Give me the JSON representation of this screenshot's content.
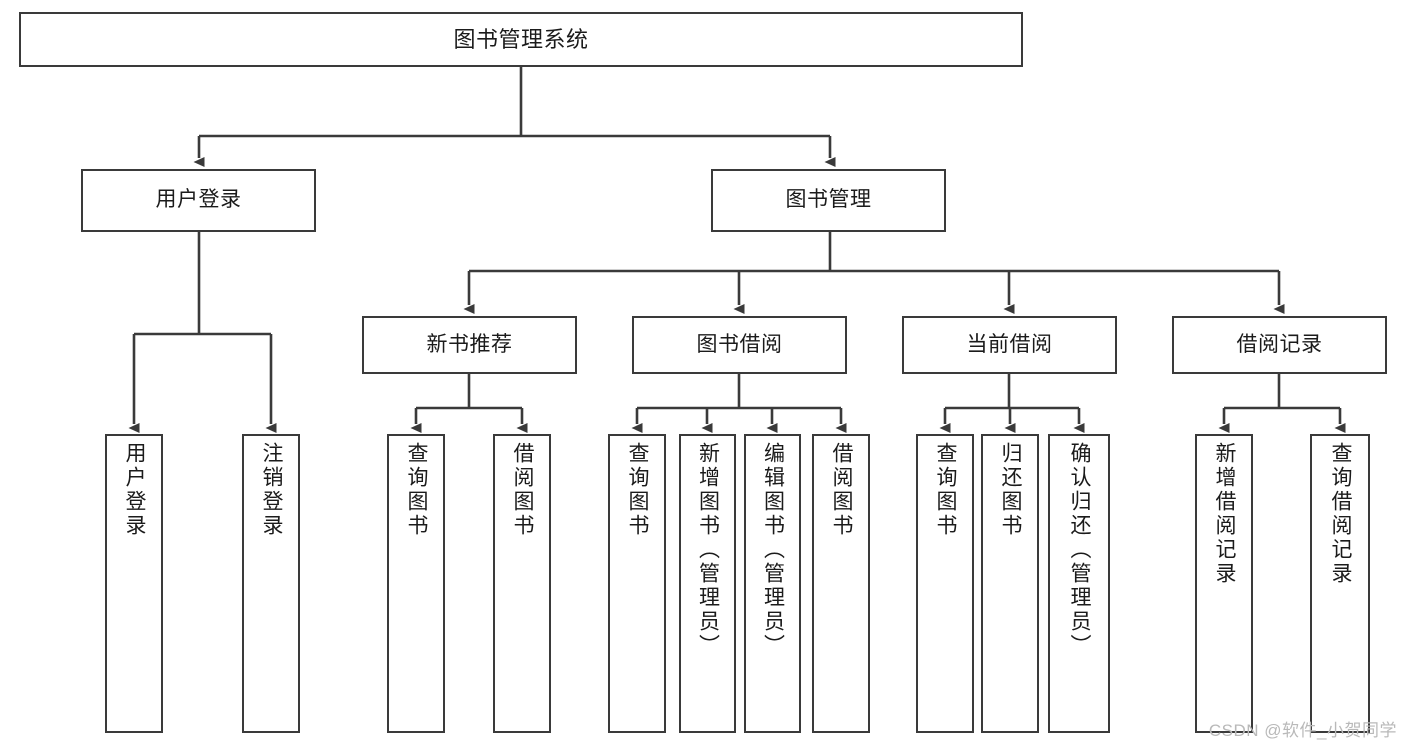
{
  "diagram": {
    "title": "图书管理系统",
    "type": "tree",
    "watermark": "CSDN @软件_小贺同学",
    "colors": {
      "stroke": "#3a3a3a",
      "fill": "#ffffff",
      "text": "#1b1b1b",
      "watermark": "#b9b9b9"
    },
    "nodes": {
      "root": {
        "label": "图书管理系统"
      },
      "tier2": [
        {
          "id": "user-login",
          "label": "用户登录"
        },
        {
          "id": "book-manage",
          "label": "图书管理"
        }
      ],
      "tier3": [
        {
          "id": "new-book-recommend",
          "label": "新书推荐"
        },
        {
          "id": "book-borrow",
          "label": "图书借阅"
        },
        {
          "id": "current-borrow",
          "label": "当前借阅"
        },
        {
          "id": "borrow-record",
          "label": "借阅记录"
        }
      ],
      "leaves": {
        "user-login": [
          {
            "id": "leaf-user-login",
            "label": "用户登录"
          },
          {
            "id": "leaf-logout",
            "label": "注销登录"
          }
        ],
        "new-book-recommend": [
          {
            "id": "leaf-query-book-1",
            "label": "查询图书"
          },
          {
            "id": "leaf-borrow-book-1",
            "label": "借阅图书"
          }
        ],
        "book-borrow": [
          {
            "id": "leaf-query-book-2",
            "label": "查询图书"
          },
          {
            "id": "leaf-add-book",
            "label": "新增图书（管理员）"
          },
          {
            "id": "leaf-edit-book",
            "label": "编辑图书（管理员）"
          },
          {
            "id": "leaf-borrow-book-2",
            "label": "借阅图书"
          }
        ],
        "current-borrow": [
          {
            "id": "leaf-query-book-3",
            "label": "查询图书"
          },
          {
            "id": "leaf-return-book",
            "label": "归还图书"
          },
          {
            "id": "leaf-confirm-return",
            "label": "确认归还（管理员）"
          }
        ],
        "borrow-record": [
          {
            "id": "leaf-add-record",
            "label": "新增借阅记录"
          },
          {
            "id": "leaf-query-record",
            "label": "查询借阅记录"
          }
        ]
      }
    }
  }
}
